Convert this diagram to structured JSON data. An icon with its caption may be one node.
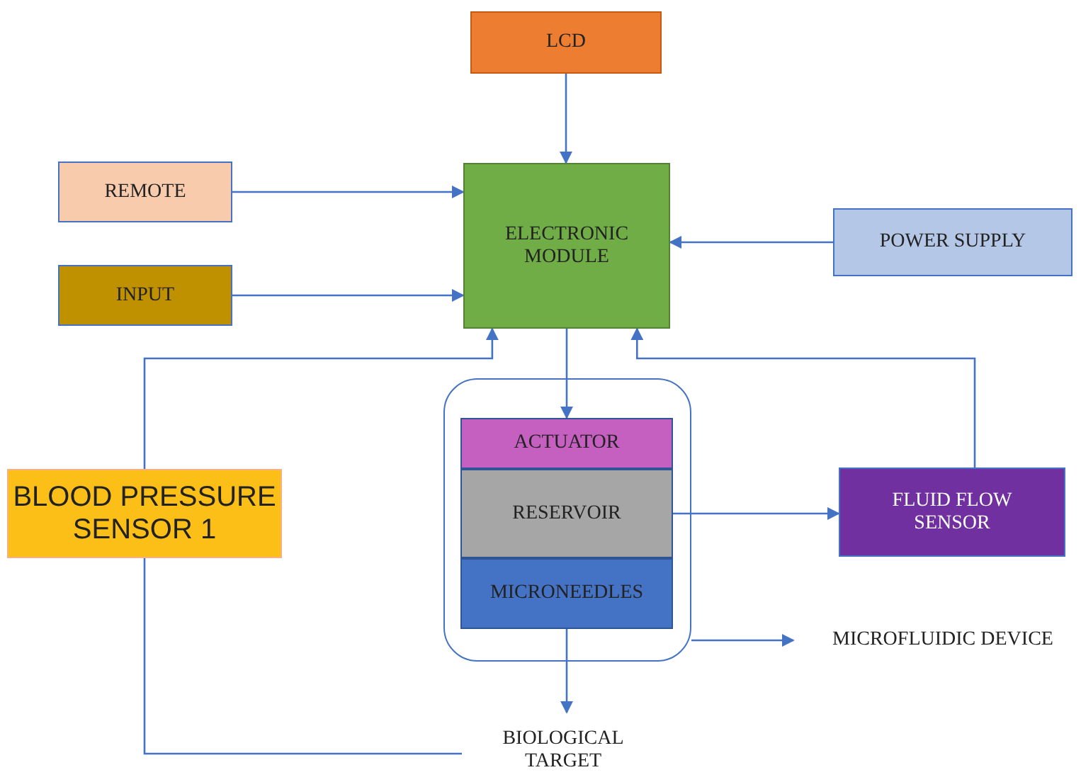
{
  "diagram": {
    "nodes": [
      {
        "text": [
          "LCD"
        ]
      },
      {
        "text": [
          "REMOTE"
        ]
      },
      {
        "text": [
          "INPUT"
        ]
      },
      {
        "text": [
          "ELECTRONIC MODULE"
        ]
      },
      {
        "text": [
          "POWER SUPPLY"
        ]
      },
      {
        "text": [],
        "shape": "box"
      },
      {
        "text": [
          "ACTUATOR"
        ],
        "in": 5
      },
      {
        "text": [
          "RESERVOIR"
        ],
        "in": 5
      },
      {
        "text": [
          "MICRONEEDLES"
        ],
        "in": 5
      },
      {
        "text": [
          "FLUID FLOW SENSOR"
        ]
      },
      {
        "text": [
          "BLOOD PRESSURE SENSOR 1"
        ]
      },
      {
        "text": [
          "MICROFLUIDIC DEVICE"
        ]
      },
      {
        "text": [
          "BIOLOGICAL TARGET"
        ]
      }
    ],
    "edges": [
      {
        "from": 0,
        "to": 3,
        "arrow": "to"
      },
      {
        "from": 1,
        "to": 3,
        "arrow": "to"
      },
      {
        "from": 2,
        "to": 3,
        "arrow": "to"
      },
      {
        "from": 4,
        "to": 3,
        "arrow": "to"
      },
      {
        "from": 3,
        "to": 6,
        "arrow": "to"
      },
      {
        "from": 7,
        "to": 9,
        "arrow": "to"
      },
      {
        "from": 5,
        "to": 11,
        "arrow": "to"
      },
      {
        "from": 8,
        "to": 12,
        "arrow": "to"
      },
      {
        "from": 9,
        "to": 3,
        "arrow": "to"
      },
      {
        "from": 12,
        "to": 10,
        "arrow": "none"
      },
      {
        "from": 10,
        "to": 3,
        "arrow": "to"
      }
    ]
  }
}
